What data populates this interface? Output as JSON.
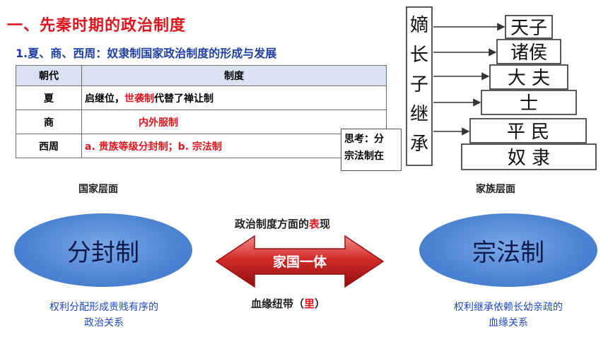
{
  "title": "一、先秦时期的政治制度",
  "subtitle": "1.夏、商、西周：奴隶制国家政治制度的形成与发展",
  "table": {
    "headers": [
      "朝代",
      "制度"
    ],
    "rows": [
      {
        "dynasty": "夏",
        "pre": "启继位，",
        "highlight": "世袭制",
        "post": "代替了禅让制"
      },
      {
        "dynasty": "商",
        "pre": "",
        "highlight": "内外服制",
        "post": ""
      },
      {
        "dynasty": "西周",
        "pre": "",
        "highlight": "a. 贵族等级分封制；b. 宗法制",
        "post": ""
      }
    ]
  },
  "think_box": {
    "line1": "思考：分",
    "line2": "宗法制在"
  },
  "pyramid": {
    "side_chars": [
      "嫡",
      "长",
      "子",
      "继",
      "承"
    ],
    "levels": [
      "天子",
      "诸侯",
      "大 夫",
      "士",
      "平 民",
      "奴 隶"
    ],
    "caption": "家族层面"
  },
  "left_caption_top": "国家层面",
  "left_ellipse": "分封制",
  "left_caption": [
    "权利分配形成贵贱有序的",
    "政治关系"
  ],
  "center": {
    "top_pre": "政治制度方面的",
    "top_highlight": "表",
    "top_post": "现",
    "arrow_label": "家国一体",
    "bottom_pre": "血缘纽带（",
    "bottom_highlight": "里",
    "bottom_post": "）"
  },
  "right_ellipse": "宗法制",
  "right_caption": [
    "权利继承依赖长幼亲疏的",
    "血缘关系"
  ],
  "colors": {
    "title_red": "#e0141e",
    "subtitle_blue": "#1f3fa6",
    "caption_blue": "#1f49c7",
    "ellipse_blue": "#4f86d4"
  }
}
